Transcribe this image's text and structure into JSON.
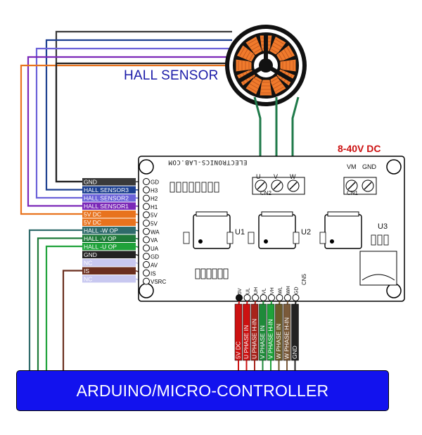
{
  "labels": {
    "hall_sensor_title": "HALL SENSOR",
    "supply_voltage": "8-40V DC",
    "board_brand": "ELECTRONICS-LAB.COM",
    "microcontroller": "ARDUINO/MICRO-CONTROLLER"
  },
  "connectors": {
    "cn1": "CN1",
    "cn2": "CN2",
    "cn5": "CN5",
    "cn1_pins": [
      "VM",
      "GND"
    ],
    "cn2_pins": [
      "U",
      "V",
      "W"
    ]
  },
  "chips": [
    "U1",
    "U2",
    "U3"
  ],
  "left_pin_labels": [
    "GD",
    "H3",
    "H2",
    "H1",
    "5V",
    "5V",
    "WA",
    "VA",
    "UA",
    "GD",
    "AV",
    "IS",
    "VSRC"
  ],
  "left_wires": [
    {
      "label": "GND",
      "color": "#3a3a3a"
    },
    {
      "label": "HALL SENSOR3",
      "color": "#1c3f8f"
    },
    {
      "label": "HALL SENSOR2",
      "color": "#6b62d9"
    },
    {
      "label": "HALL SENSOR1",
      "color": "#7b28b8"
    },
    {
      "label": "5V DC",
      "color": "#e8731e"
    },
    {
      "label": "5V DC",
      "color": "#e8731e"
    },
    {
      "label": "HALL -W  OP",
      "color": "#2f6b6b"
    },
    {
      "label": "HALL -V  OP",
      "color": "#1f7a3a"
    },
    {
      "label": "HALL -U  OP",
      "color": "#1fa23a"
    },
    {
      "label": "GND",
      "color": "#222222"
    },
    {
      "label": "NC",
      "color": "#c8c8f0"
    },
    {
      "label": "IS",
      "color": "#6b2f1f"
    },
    {
      "label": "NC",
      "color": "#c8c8f0"
    }
  ],
  "bottom_wires": [
    {
      "label": "5V DC",
      "color": "#cc1111"
    },
    {
      "label": "U PHASE IN",
      "color": "#cc1111"
    },
    {
      "label": "U PHASE H-IN",
      "color": "#a8231b"
    },
    {
      "label": "V PHASE IN",
      "color": "#1f8a3a"
    },
    {
      "label": "V PHASE H-IN",
      "color": "#1fa23a"
    },
    {
      "label": "W PHASE IN",
      "color": "#6b5a2a"
    },
    {
      "label": "W PHASE H-IN",
      "color": "#7a5a3a"
    },
    {
      "label": "GND",
      "color": "#222222"
    }
  ],
  "bottom_pin_labels": [
    "5V",
    "UL",
    "UH",
    "VL",
    "VH",
    "WL",
    "WH",
    "GD"
  ],
  "colors": {
    "mcu_blue": "#1212ee",
    "motor_orange": "#f07a2c",
    "title_blue": "#1a1aa8",
    "voltage_red": "#cc1111"
  }
}
